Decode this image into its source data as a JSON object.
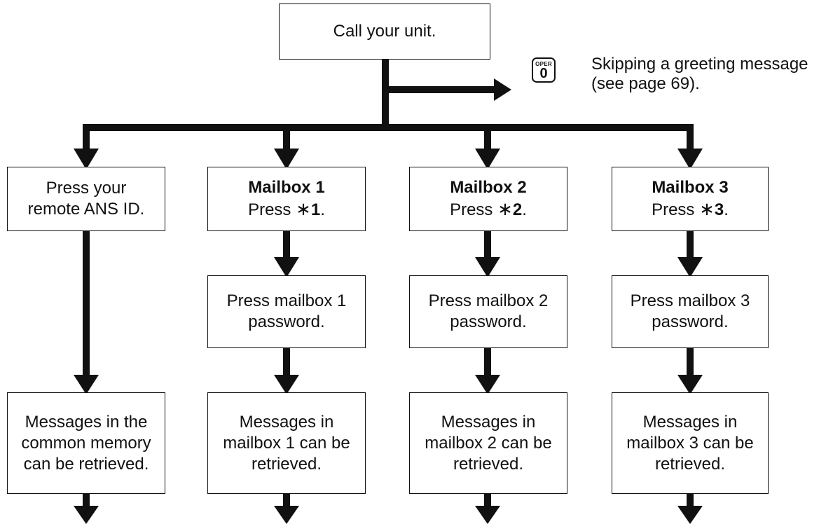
{
  "start": {
    "label": "Call your unit."
  },
  "skip": {
    "key_top": "OPER",
    "key_num": "0",
    "line1": "Skipping a greeting message",
    "line2": "(see page 69)."
  },
  "columns": [
    {
      "step1": {
        "line1": "Press your",
        "line2": "remote ANS ID."
      },
      "result": {
        "line1": "Messages in the",
        "line2": "common memory",
        "line3": "can be retrieved."
      }
    },
    {
      "step1": {
        "title": "Mailbox 1",
        "press": "Press ",
        "star": "∗",
        "code": "1",
        "end": "."
      },
      "step2": {
        "line1": "Press mailbox 1",
        "line2": "password."
      },
      "result": {
        "line1": "Messages in",
        "line2": "mailbox 1 can be",
        "line3": "retrieved."
      }
    },
    {
      "step1": {
        "title": "Mailbox 2",
        "press": "Press ",
        "star": "∗",
        "code": "2",
        "end": "."
      },
      "step2": {
        "line1": "Press mailbox 2",
        "line2": "password."
      },
      "result": {
        "line1": "Messages in",
        "line2": "mailbox 2 can be",
        "line3": "retrieved."
      }
    },
    {
      "step1": {
        "title": "Mailbox 3",
        "press": "Press ",
        "star": "∗",
        "code": "3",
        "end": "."
      },
      "step2": {
        "line1": "Press mailbox 3",
        "line2": "password."
      },
      "result": {
        "line1": "Messages in",
        "line2": "mailbox 3 can be",
        "line3": "retrieved."
      }
    }
  ]
}
